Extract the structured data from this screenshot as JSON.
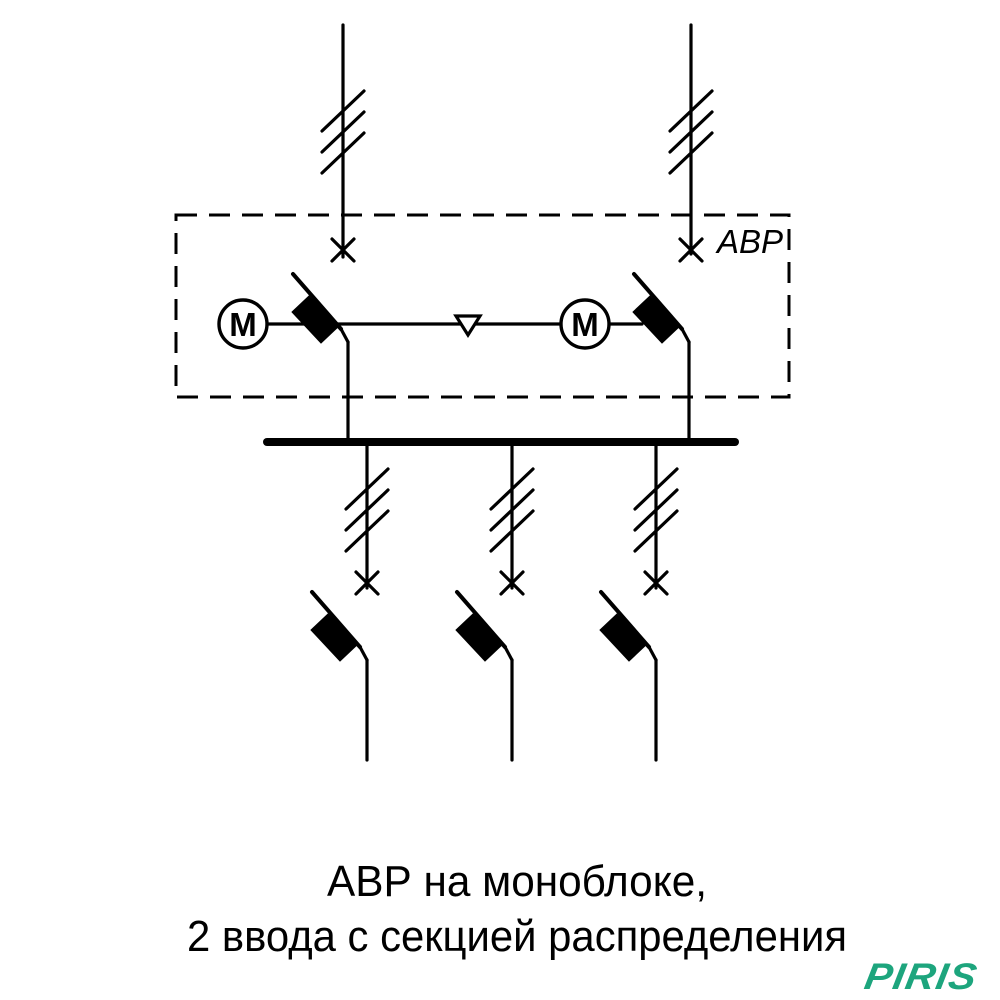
{
  "colors": {
    "line": "#000000",
    "background": "#ffffff",
    "logo_green": "#1da57d"
  },
  "ats_box": {
    "label": "АВР"
  },
  "motors": [
    {
      "label": "М"
    },
    {
      "label": "М"
    }
  ],
  "caption": {
    "line1": "АВР на моноблоке,",
    "line2": "2 ввода с секцией распределения"
  },
  "logo": {
    "text": "PIRIS"
  }
}
